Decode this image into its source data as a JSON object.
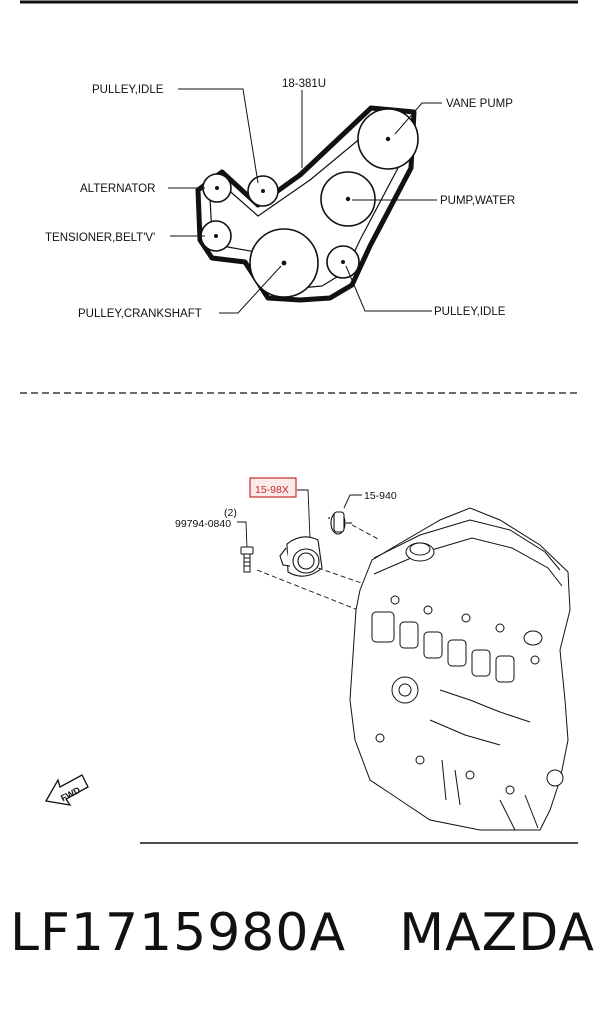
{
  "belt_diagram": {
    "part_ref": "18-381U",
    "labels": {
      "pulley_idle_top": "PULLEY,IDLE",
      "vane_pump": "VANE PUMP",
      "alternator": "ALTERNATOR",
      "pump_water": "PUMP,WATER",
      "tensioner": "TENSIONER,BELT'V'",
      "pulley_crankshaft": "PULLEY,CRANKSHAFT",
      "pulley_idle_bottom": "PULLEY,IDLE"
    }
  },
  "engine_diagram": {
    "highlighted_part": "15-98X",
    "part_15_940": "15-940",
    "bolt_qty": "(2)",
    "bolt_part": "99794-0840",
    "fwd_label": "FWD",
    "highlight_color": "#cc2a2a"
  },
  "footer": {
    "part_number": "LF1715980A",
    "brand": "MAZDA"
  }
}
